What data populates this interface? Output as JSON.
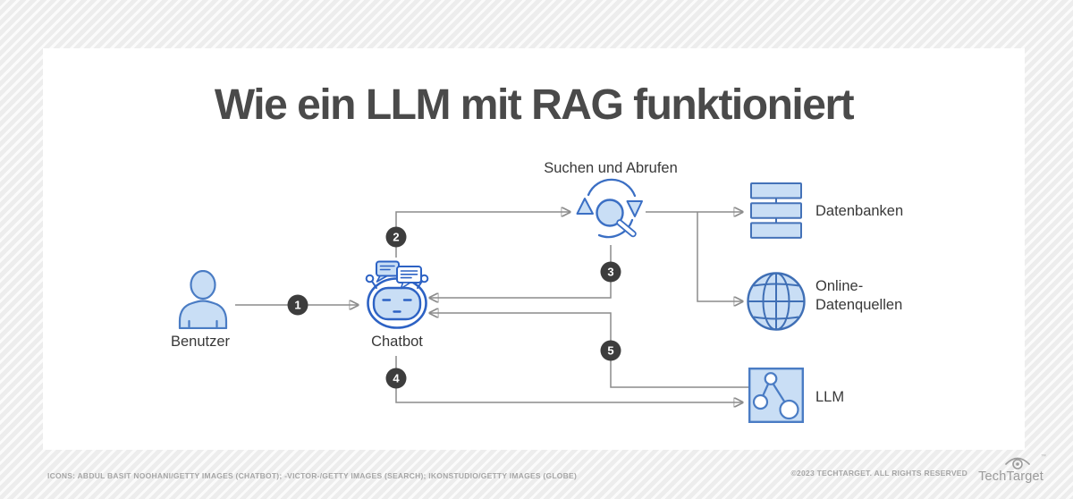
{
  "title": "Wie ein LLM mit RAG funktioniert",
  "nodes": {
    "user": {
      "label": "Benutzer"
    },
    "chatbot": {
      "label": "Chatbot"
    },
    "search": {
      "label": "Suchen und Abrufen"
    },
    "databases": {
      "label": "Datenbanken"
    },
    "online_sources": {
      "label_line1": "Online-",
      "label_line2": "Datenquellen"
    },
    "llm": {
      "label": "LLM"
    }
  },
  "steps": [
    "1",
    "2",
    "3",
    "4",
    "5"
  ],
  "icons": {
    "user": "person-icon",
    "chatbot": "chatbot-icon",
    "search": "search-cycle-icon",
    "databases": "database-stack-icon",
    "online_sources": "globe-icon",
    "llm": "llm-network-icon",
    "brand": "eye-icon"
  },
  "footer": {
    "credits": "ICONS: ABDUL BASIT NOOHANI/GETTY IMAGES (CHATBOT); -VICTOR-/GETTY IMAGES (SEARCH); IKONSTUDIO/GETTY IMAGES (GLOBE)",
    "copyright": "©2023 TECHTARGET. ALL RIGHTS RESERVED",
    "brand": "TechTarget",
    "brand_tm": "™"
  },
  "colors": {
    "icon_fill": "#c9def5",
    "icon_stroke": "#3e6fc1",
    "chatbot_stroke": "#2d62c4",
    "connector": "#8c8c8c",
    "step_badge": "#3d3d3d",
    "title_text": "#4a4a4a",
    "label_text": "#383838",
    "footer_text": "#a6a6a6",
    "stripe_bg": "#ededed"
  }
}
